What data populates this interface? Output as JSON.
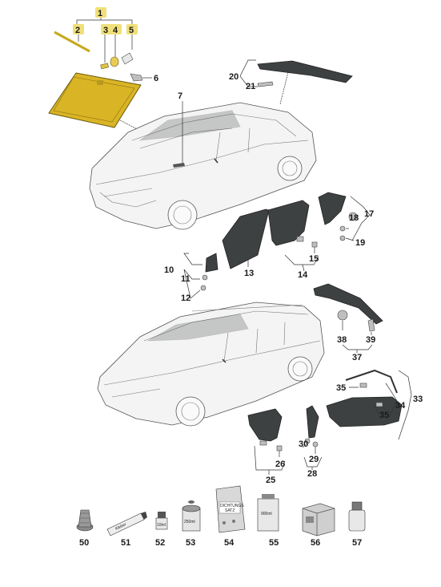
{
  "colors": {
    "highlight": "#f0e07a",
    "windscreen": "#d9b425",
    "glass": "#3e4142",
    "lines": "#333333"
  },
  "labels": {
    "n1": "1",
    "n2": "2",
    "n3": "3",
    "n4": "4",
    "n5": "5",
    "n6": "6",
    "n7": "7",
    "n10": "10",
    "n11": "11",
    "n12": "12",
    "n13": "13",
    "n14": "14",
    "n15": "15",
    "n17": "17",
    "n18": "18",
    "n19": "19",
    "n20": "20",
    "n21": "21",
    "n25": "25",
    "n26": "26",
    "n28": "28",
    "n29": "29",
    "n30": "30",
    "n33": "33",
    "n34": "34",
    "n35a": "35",
    "n35b": "35",
    "n37": "37",
    "n38": "38",
    "n39": "39",
    "n50": "50",
    "n51": "51",
    "n52": "52",
    "n53": "53",
    "n54": "54",
    "n55": "55",
    "n56": "56",
    "n57": "57"
  },
  "product_text": {
    "tube": "Kleber",
    "bottle_small": "10ml",
    "can": "250ml",
    "bag_line1": "DICHTUNGS",
    "bag_line2": "SATZ",
    "container": "900ml"
  }
}
